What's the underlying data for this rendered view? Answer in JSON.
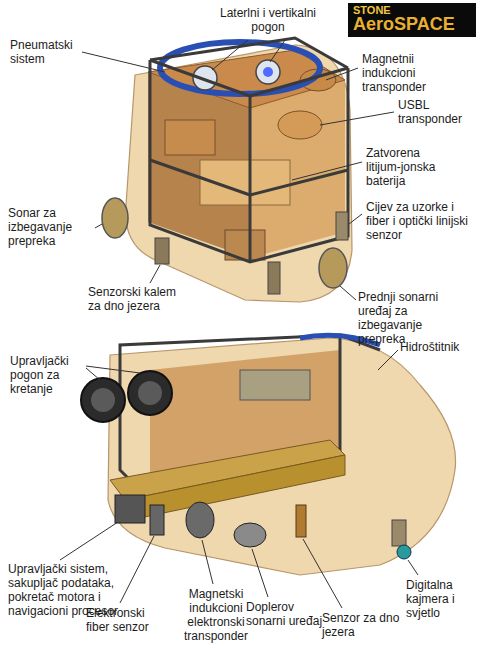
{
  "diagram": {
    "labels": [
      "Laterlni i vertikalni pogon",
      "Pneumatski sistem",
      "Magnetnii indukcioni transponder",
      "USBL transponder",
      "Zatvorena litijum-jonska baterija",
      "Sonar za izbegavanje prepreka",
      "Cijev za uzorke i fiber i optički linijski senzor",
      "Senzorski kalem za dno jezera",
      "Prednji sonarni uređaj za izbegavanje prepreka",
      "Upravljački pogon za kretanje",
      "Hidroštitnik",
      "Upravljački sistem, sakupljač podataka, pokretač motora i navigacioni procesor",
      "Elektronski fiber senzor",
      "Magnetski indukcioni elektronski transponder",
      "Doplerov sonarni uređaj",
      "Senzor za dno jezera",
      "Digitalna kajmera i svjetlo",
      "STONE",
      "AeroSPACE"
    ]
  }
}
